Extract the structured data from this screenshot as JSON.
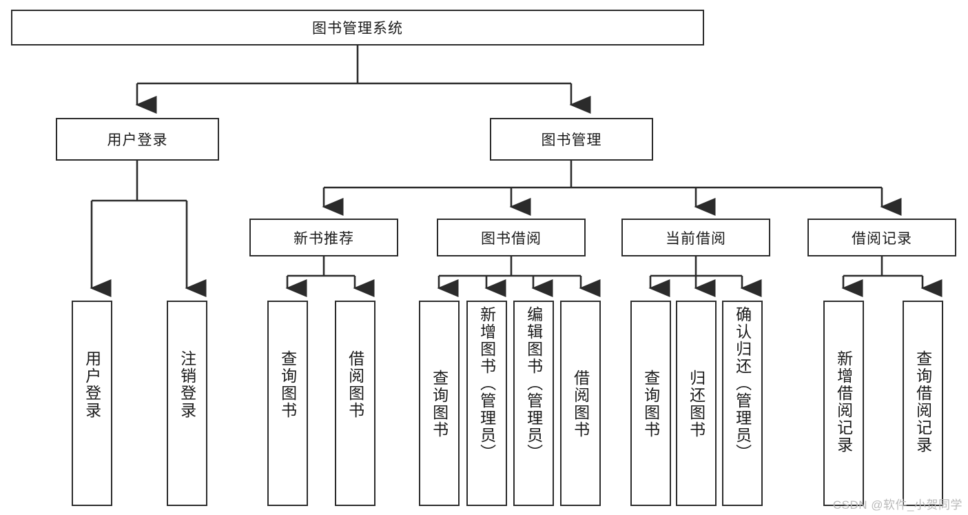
{
  "diagram": {
    "type": "tree-hierarchy",
    "title": "图书管理系统",
    "orientation": "top-down",
    "colors": {
      "box_border": "#2b2b2b",
      "box_fill": "#ffffff",
      "connector": "#2b2b2b",
      "text": "#1a1a1a",
      "watermark": "#b9b9b9",
      "background": "#ffffff"
    }
  },
  "root": {
    "label": "图书管理系统"
  },
  "level2": [
    {
      "id": "user-login",
      "label": "用户登录"
    },
    {
      "id": "book-management",
      "label": "图书管理"
    }
  ],
  "level3": [
    {
      "id": "new-book-recommend",
      "label": "新书推荐"
    },
    {
      "id": "book-borrow",
      "label": "图书借阅"
    },
    {
      "id": "current-borrow",
      "label": "当前借阅"
    },
    {
      "id": "borrow-record",
      "label": "借阅记录"
    }
  ],
  "leaves": {
    "user_login": [
      {
        "id": "leaf-user-login",
        "label": "用户登录"
      },
      {
        "id": "leaf-logout-login",
        "label": "注销登录"
      }
    ],
    "new_book_recommend": [
      {
        "id": "leaf-query-book-1",
        "label": "查询图书"
      },
      {
        "id": "leaf-borrow-book-1",
        "label": "借阅图书"
      }
    ],
    "book_borrow": [
      {
        "id": "leaf-query-book-2",
        "label": "查询图书"
      },
      {
        "id": "leaf-add-book",
        "label": "新增图书（管理员）"
      },
      {
        "id": "leaf-edit-book",
        "label": "编辑图书（管理员）"
      },
      {
        "id": "leaf-borrow-book-2",
        "label": "借阅图书"
      }
    ],
    "current_borrow": [
      {
        "id": "leaf-query-book-3",
        "label": "查询图书"
      },
      {
        "id": "leaf-return-book",
        "label": "归还图书"
      },
      {
        "id": "leaf-confirm-return",
        "label": "确认归还（管理员）"
      }
    ],
    "borrow_record": [
      {
        "id": "leaf-add-record",
        "label": "新增借阅记录"
      },
      {
        "id": "leaf-query-record",
        "label": "查询借阅记录"
      }
    ]
  },
  "watermark": {
    "text": "CSDN @软件_小贺同学"
  }
}
